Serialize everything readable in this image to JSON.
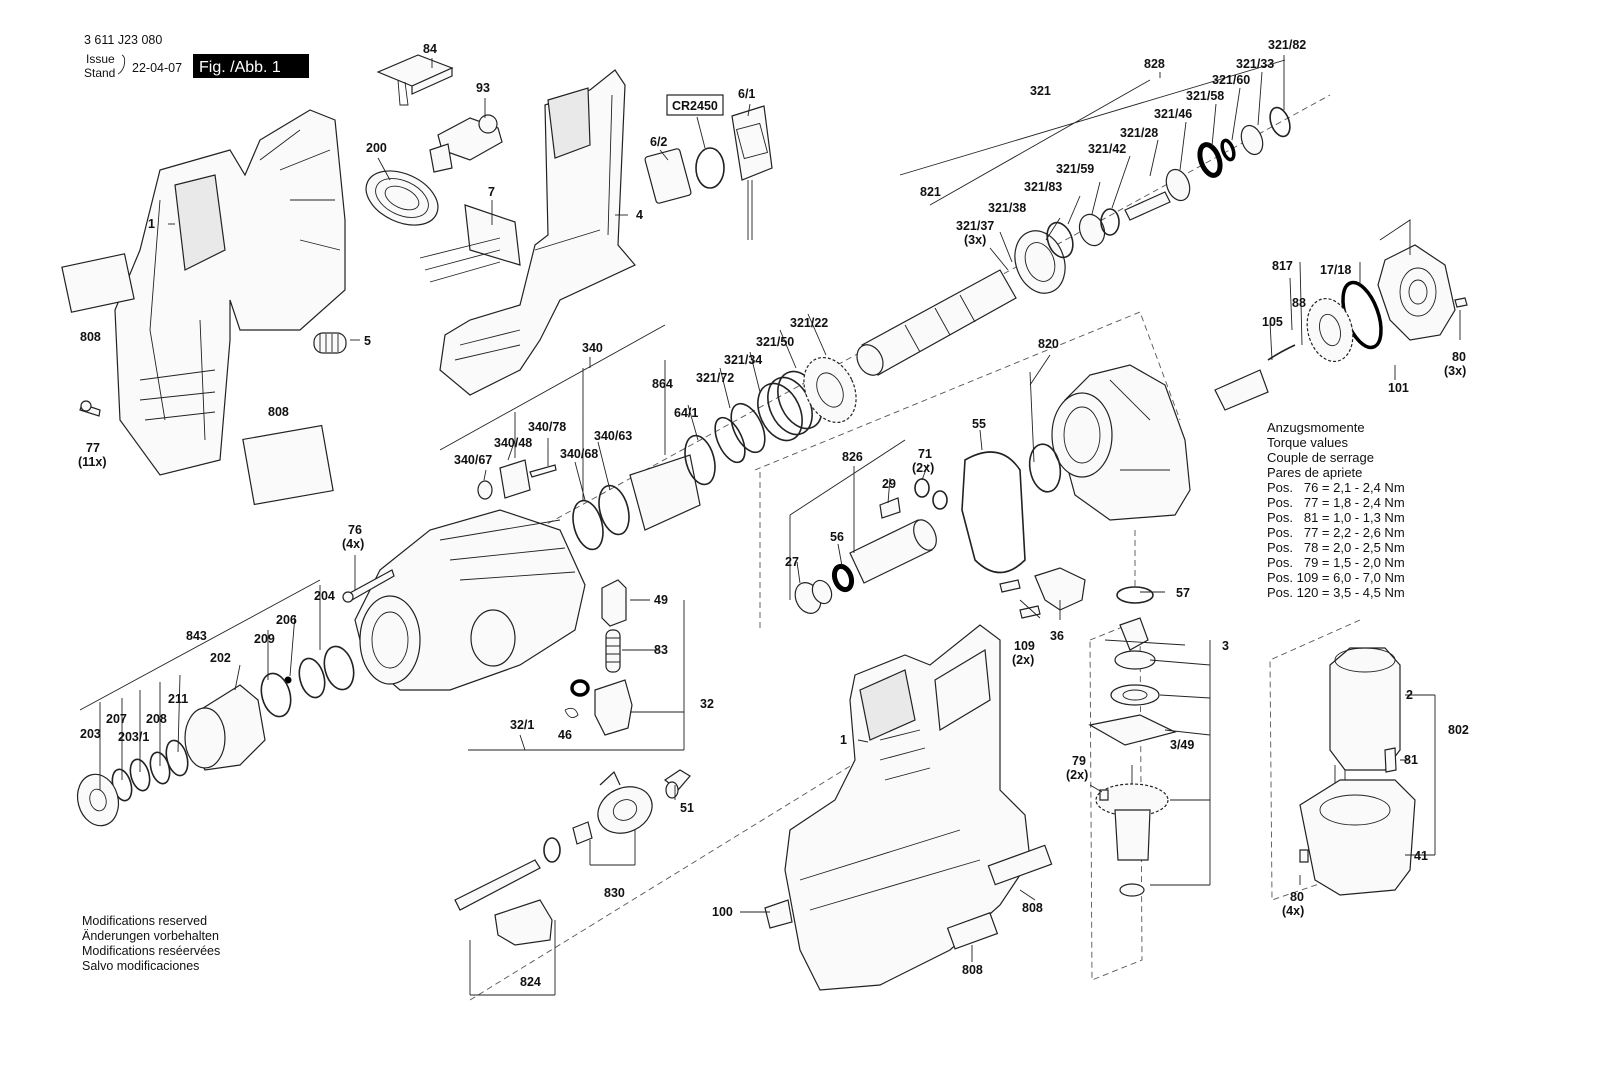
{
  "header": {
    "doc_number": "3 611 J23 080",
    "issue_label": "Issue",
    "stand_label": "Stand",
    "date": "22-04-07",
    "figure_label": "Fig. /Abb. 1"
  },
  "battery_label": "CR2450",
  "parts": {
    "p1": "1",
    "p4": "4",
    "p5": "5",
    "p7": "7",
    "p84": "84",
    "p93": "93",
    "p200": "200",
    "p808a": "808",
    "p808b": "808",
    "p808c": "808",
    "p808d": "808",
    "p77": "77",
    "p77q": "(11x)",
    "p6_1": "6/1",
    "p6_2": "6/2",
    "p321": "321",
    "p828": "828",
    "p321_82": "321/82",
    "p321_33": "321/33",
    "p321_60": "321/60",
    "p321_58": "321/58",
    "p321_46": "321/46",
    "p321_28": "321/28",
    "p321_42": "321/42",
    "p321_59": "321/59",
    "p321_83": "321/83",
    "p821": "821",
    "p321_38": "321/38",
    "p321_37": "321/37",
    "p321_37q": "(3x)",
    "p321_22": "321/22",
    "p321_50": "321/50",
    "p321_34": "321/34",
    "p321_72": "321/72",
    "p340": "340",
    "p864": "864",
    "p64_1": "64/1",
    "p340_78": "340/78",
    "p340_48": "340/48",
    "p340_63": "340/63",
    "p340_67": "340/67",
    "p340_68": "340/68",
    "p820": "820",
    "p55": "55",
    "p826": "826",
    "p71": "71",
    "p71q": "(2x)",
    "p29": "29",
    "p27": "27",
    "p56": "56",
    "p57": "57",
    "p817": "817",
    "p17_18": "17/18",
    "p88": "88",
    "p105": "105",
    "p101": "101",
    "p80a": "80",
    "p80aq": "(3x)",
    "p76": "76",
    "p76q": "(4x)",
    "p204": "204",
    "p206": "206",
    "p209": "209",
    "p843": "843",
    "p202": "202",
    "p211": "211",
    "p203": "203",
    "p207": "207",
    "p203_1": "203/1",
    "p208": "208",
    "p49": "49",
    "p83": "83",
    "p32": "32",
    "p32_1": "32/1",
    "p46": "46",
    "p109": "109",
    "p109q": "(2x)",
    "p36": "36",
    "p3": "3",
    "p3_49": "3/49",
    "p79": "79",
    "p79q": "(2x)",
    "p2": "2",
    "p802": "802",
    "p81": "81",
    "p41": "41",
    "p80b": "80",
    "p80bq": "(4x)",
    "p51": "51",
    "p830": "830",
    "p824": "824",
    "p100": "100",
    "p1b": "1"
  },
  "torque": {
    "title_de": "Anzugsmomente",
    "title_en": "Torque values",
    "title_fr": "Couple de serrage",
    "title_es": "Pares de apriete",
    "rows": [
      "Pos.   76 = 2,1 - 2,4 Nm",
      "Pos.   77 = 1,8 - 2,4 Nm",
      "Pos.   81 = 1,0 - 1,3 Nm",
      "Pos.   77 = 2,2 - 2,6 Nm",
      "Pos.   78 = 2,0 - 2,5 Nm",
      "Pos.   79 = 1,5 - 2,0 Nm",
      "Pos. 109 = 6,0 - 7,0 Nm",
      "Pos. 120 = 3,5 - 4,5 Nm"
    ]
  },
  "modifications": [
    "Modifications reserved",
    "Änderungen vorbehalten",
    "Modifications reséervées",
    "Salvo modificaciones"
  ]
}
